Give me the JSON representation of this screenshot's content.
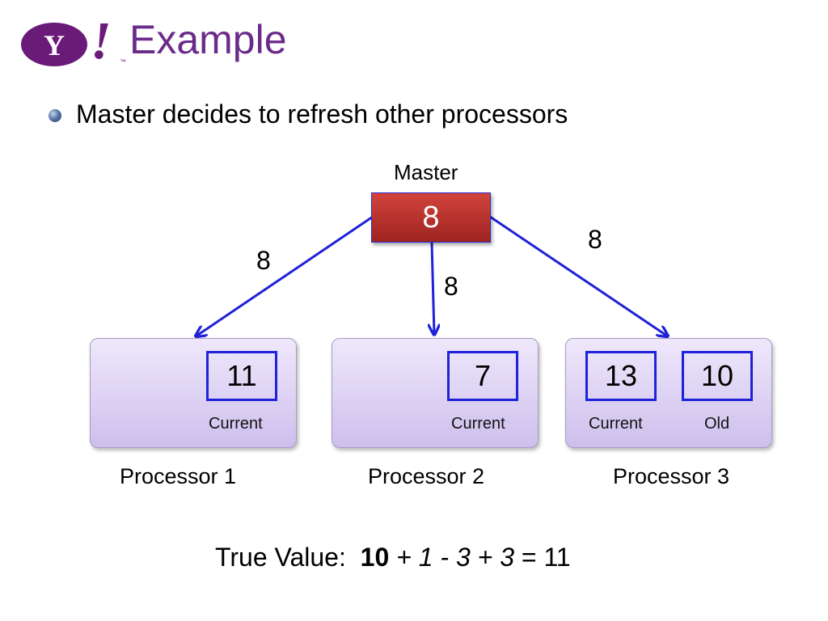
{
  "header": {
    "logo_letter": "Y",
    "logo_bang": "!",
    "logo_tm": "™",
    "title": "Example"
  },
  "bullet": {
    "text": "Master decides to refresh other processors"
  },
  "master": {
    "label": "Master",
    "value": "8"
  },
  "edges": [
    {
      "label": "8"
    },
    {
      "label": "8"
    },
    {
      "label": "8"
    }
  ],
  "processors": [
    {
      "name": "Processor 1",
      "values": [
        {
          "value": "11",
          "label": "Current"
        }
      ]
    },
    {
      "name": "Processor 2",
      "values": [
        {
          "value": "7",
          "label": "Current"
        }
      ]
    },
    {
      "name": "Processor 3",
      "values": [
        {
          "value": "13",
          "label": "Current"
        },
        {
          "value": "10",
          "label": "Old"
        }
      ]
    }
  ],
  "true_value": {
    "prefix": "True Value:",
    "base": "10",
    "op1": "+",
    "n1": "1",
    "op2": "-",
    "n2": "3",
    "op3": "+",
    "n3": "3",
    "eq": "=",
    "result": "11"
  },
  "colors": {
    "arrow": "#1f22d8",
    "title": "#6b2b8a",
    "master_fill": "#b8322c",
    "processor_fill": "#dcd2f4"
  }
}
